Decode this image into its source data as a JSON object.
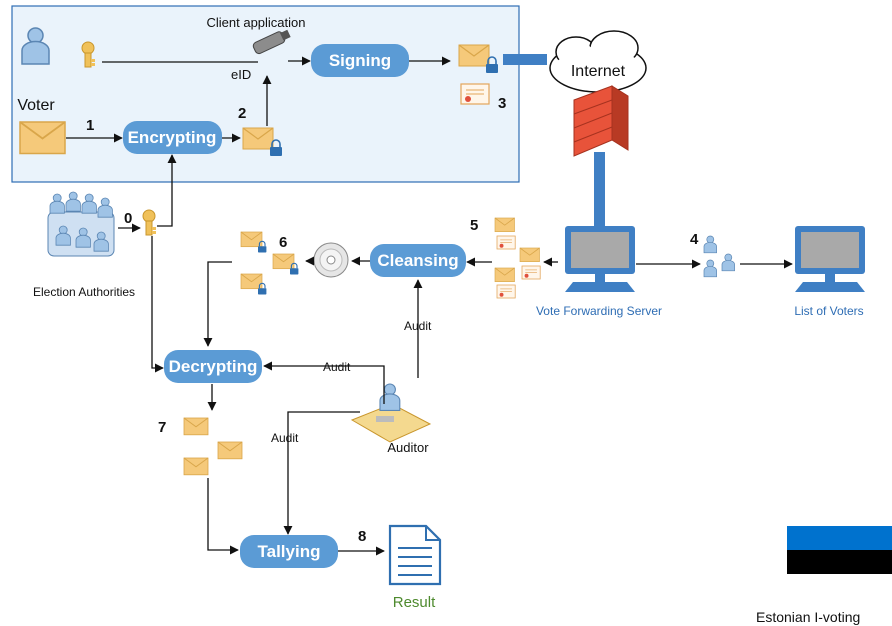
{
  "client_box": {
    "title": "Client application"
  },
  "actors": {
    "voter": "Voter",
    "authorities": "Election Authorities",
    "auditor": "Auditor",
    "server": "Vote Forwarding Server",
    "voters_list": "List of Voters",
    "internet": "Internet",
    "result": "Result",
    "eid": "eID"
  },
  "processes": {
    "encrypting": "Encrypting",
    "signing": "Signing",
    "cleansing": "Cleansing",
    "decrypting": "Decrypting",
    "tallying": "Tallying"
  },
  "steps": {
    "s0": "0",
    "s1": "1",
    "s2": "2",
    "s3": "3",
    "s4": "4",
    "s5": "5",
    "s6": "6",
    "s7": "7",
    "s8": "8"
  },
  "audit_labels": {
    "a1": "Audit",
    "a2": "Audit",
    "a3": "Audit"
  },
  "flag_caption": "Estonian I-voting",
  "colors": {
    "process_fill": "#5b9bd5",
    "client_box_fill": "#eaf3fb",
    "envelope": "#f5c97a",
    "flag_blue": "#0072ce",
    "flag_black": "#000000",
    "firewall": "#e8533a",
    "result_text": "#4e8a2e",
    "server_caption": "#2e6db4"
  }
}
